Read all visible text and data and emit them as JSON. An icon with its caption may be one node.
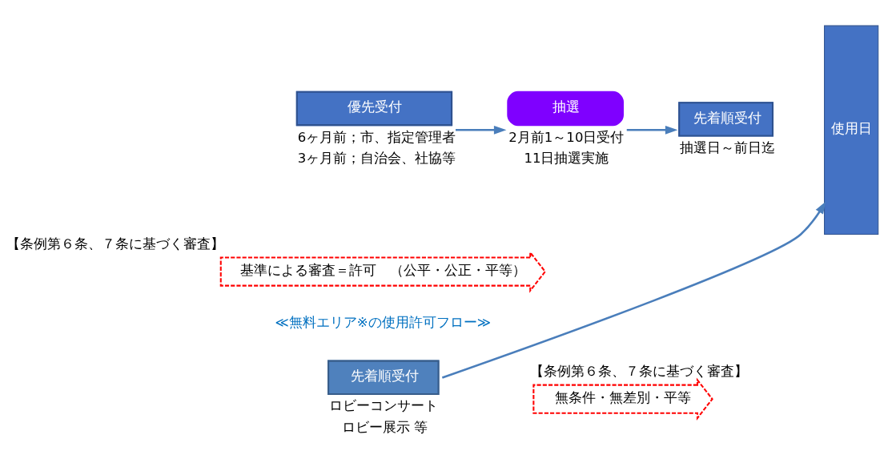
{
  "diagram": {
    "nodes": [
      {
        "text": [
          "優先受付"
        ],
        "beside": [
          "6ヶ月前；市、指定管理者",
          "3ヶ月前；自治会、社協等"
        ]
      },
      {
        "text": [
          "抽選"
        ],
        "beside": [
          "2月前1～10日受付",
          "11日抽選実施"
        ]
      },
      {
        "text": [
          "先着順受付"
        ],
        "beside": [
          "抽選日～前日迄"
        ]
      },
      {
        "text": [
          "使用日"
        ]
      },
      {
        "text": [
          "基準による審査＝許可　（公平・公正・平等）"
        ],
        "beside": [
          "【条例第６条、７条に基づく審査】"
        ]
      },
      {
        "text": [
          "先着順受付"
        ],
        "beside": [
          "ロビーコンサート",
          "ロビー展示 等"
        ]
      },
      {
        "text": [
          "無条件・無差別・平等"
        ],
        "beside": [
          "【条例第６条、７条に基づく審査】"
        ]
      }
    ],
    "edges": [
      {
        "from": 0,
        "to": 1,
        "arrow": "to"
      },
      {
        "from": 1,
        "to": 2,
        "arrow": "to"
      },
      {
        "from": 5,
        "to": 3,
        "arrow": "to"
      }
    ],
    "labels": [
      "≪無料エリア※の使用許可フロー≫"
    ]
  }
}
